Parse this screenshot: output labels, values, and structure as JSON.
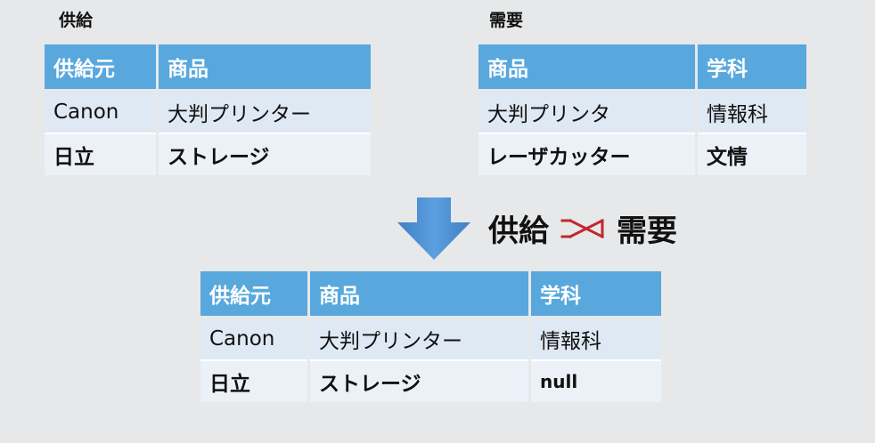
{
  "supply": {
    "label": "供給",
    "headers": [
      "供給元",
      "商品"
    ],
    "rows": [
      [
        "Canon",
        "大判プリンター"
      ],
      [
        "日立",
        "ストレージ"
      ]
    ]
  },
  "demand": {
    "label": "需要",
    "headers": [
      "商品",
      "学科"
    ],
    "rows": [
      [
        "大判プリンタ",
        "情報科"
      ],
      [
        "レーザカッター",
        "文情"
      ]
    ]
  },
  "operation": {
    "left": "供給",
    "right": "需要",
    "symbol": "left-outer-join-icon",
    "arrow_color": "#4a8fd4",
    "symbol_color": "#c0282d"
  },
  "result": {
    "headers": [
      "供給元",
      "商品",
      "学科"
    ],
    "rows": [
      [
        "Canon",
        "大判プリンター",
        "情報科"
      ],
      [
        "日立",
        "ストレージ",
        "null"
      ]
    ]
  }
}
